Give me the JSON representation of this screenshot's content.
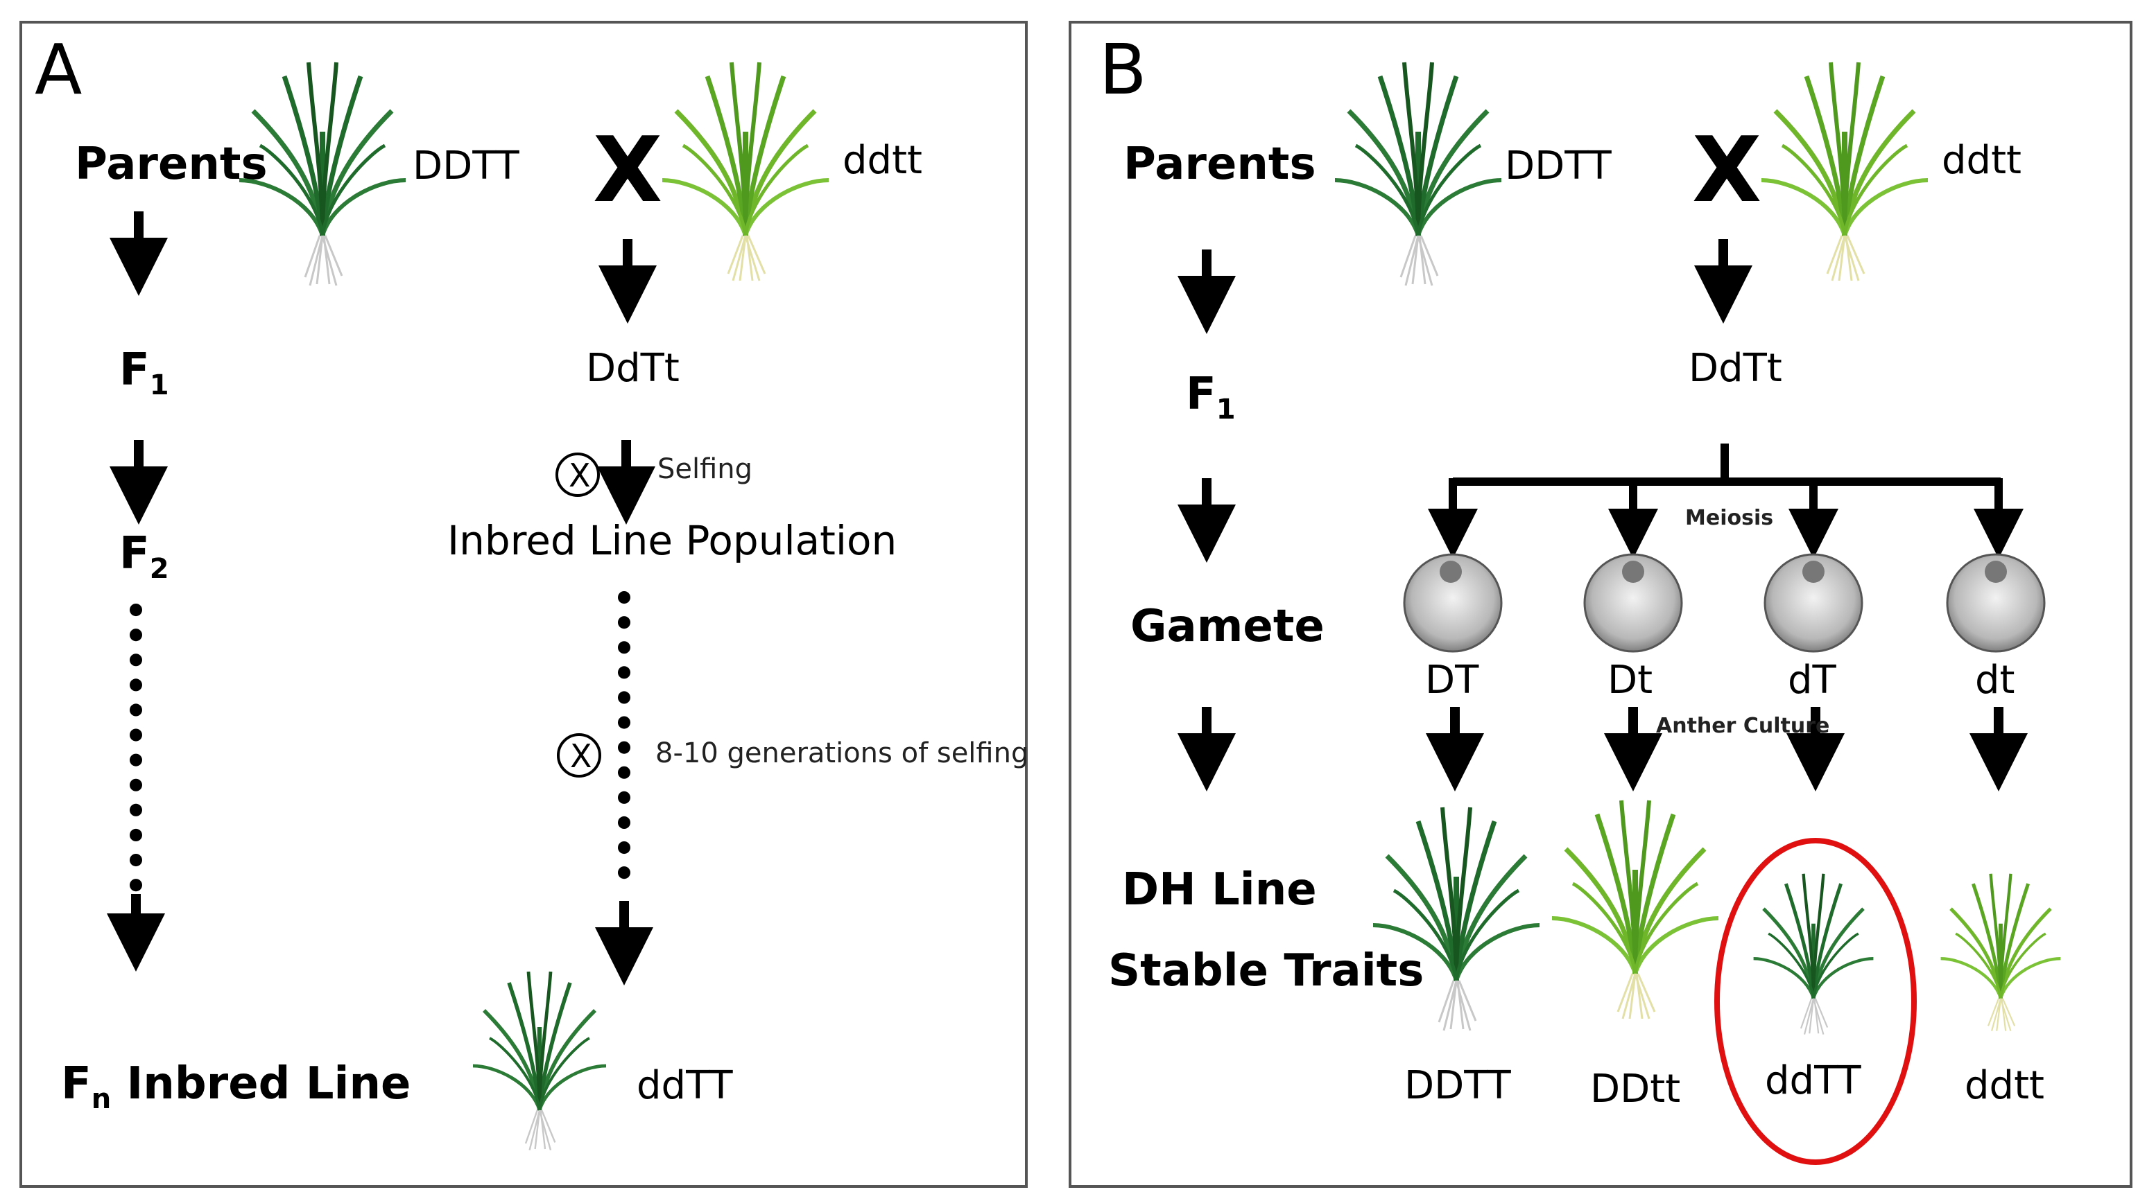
{
  "panel_a": {
    "letter": "A",
    "labels": {
      "parents": "Parents",
      "f1": "F",
      "f1_sub": "1",
      "f2": "F",
      "f2_sub": "2",
      "fn": "F",
      "fn_sub": "n",
      "fn_rest": " Inbred Line"
    },
    "cross_symbol": "X",
    "genotypes": {
      "parent1": "DDTT",
      "parent2": "ddtt",
      "f1": "DdTt",
      "final": "ddTT"
    },
    "population": "Inbred Line Population",
    "selfing": "Selfing",
    "generations": "8-10 generations of selfing",
    "selfing_symbol": "X"
  },
  "panel_b": {
    "letter": "B",
    "labels": {
      "parents": "Parents",
      "f1": "F",
      "f1_sub": "1",
      "gamete": "Gamete",
      "dh_line": "DH Line",
      "stable_traits": "Stable Traits"
    },
    "cross_symbol": "X",
    "genotypes": {
      "parent1": "DDTT",
      "parent2": "ddtt",
      "f1": "DdTt"
    },
    "meiosis": "Meiosis",
    "anther_culture": "Anther Culture",
    "gametes": [
      "DT",
      "Dt",
      "dT",
      "dt"
    ],
    "dh_lines": [
      "DDTT",
      "DDtt",
      "ddTT",
      "ddtt"
    ]
  },
  "colors": {
    "dark_plant": "#1f6b2c",
    "light_plant": "#6fb62a",
    "highlight": "#e01010",
    "frame": "#555555"
  }
}
